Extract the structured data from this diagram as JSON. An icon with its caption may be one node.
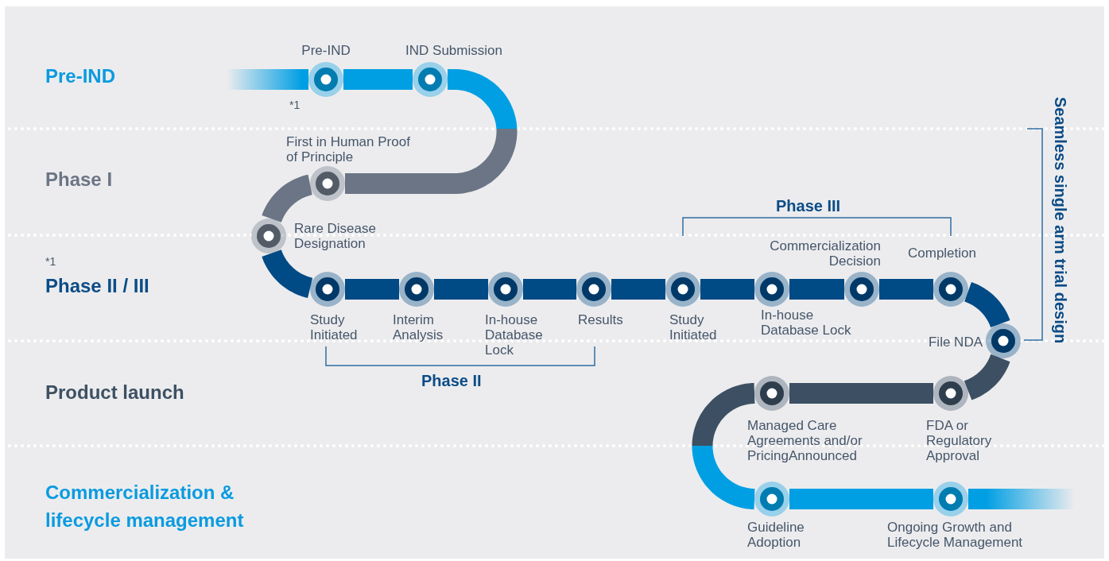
{
  "diagram": {
    "nodes": [
      {
        "text": [],
        "shape": "circle",
        "beside": [
          "Pre-IND"
        ]
      },
      {
        "text": [],
        "shape": "circle",
        "beside": [
          "IND Submission"
        ]
      },
      {
        "text": [],
        "shape": "circle",
        "beside": [
          "First in Human Proof of Principle"
        ]
      },
      {
        "text": [],
        "shape": "circle",
        "beside": [
          "Rare Disease Designation"
        ]
      },
      {
        "text": [],
        "shape": "circle",
        "beside": [
          "Study Initiated"
        ]
      },
      {
        "text": [],
        "shape": "circle",
        "beside": [
          "Interim Analysis"
        ]
      },
      {
        "text": [],
        "shape": "circle",
        "beside": [
          "In-house Database Lock"
        ]
      },
      {
        "text": [],
        "shape": "circle",
        "beside": [
          "Results"
        ]
      },
      {
        "text": [],
        "shape": "circle",
        "beside": [
          "Study Initiated"
        ]
      },
      {
        "text": [],
        "shape": "circle",
        "beside": [
          "In-house Database Lock"
        ]
      },
      {
        "text": [],
        "shape": "circle",
        "beside": [
          "Commercialization Decision"
        ]
      },
      {
        "text": [],
        "shape": "circle",
        "beside": [
          "Completion"
        ]
      },
      {
        "text": [],
        "shape": "circle",
        "beside": [
          "File NDA"
        ]
      },
      {
        "text": [],
        "shape": "circle",
        "beside": [
          "FDA or Regulatory Approval"
        ]
      },
      {
        "text": [],
        "shape": "circle",
        "beside": [
          "Managed Care Agreements and/or PricingAnnounced"
        ]
      },
      {
        "text": [],
        "shape": "circle",
        "beside": [
          "Guideline Adoption"
        ]
      },
      {
        "text": [],
        "shape": "circle",
        "beside": [
          "Ongoing Growth and Lifecycle Management"
        ]
      }
    ],
    "edges": [
      {
        "from": null,
        "to": 0,
        "arrow": "none",
        "color": "#009fe3"
      },
      {
        "from": 0,
        "to": 1,
        "arrow": "none",
        "color": "#009fe3"
      },
      {
        "from": 1,
        "to": 2,
        "arrow": "none",
        "color": "#6b7585"
      },
      {
        "from": 2,
        "to": 3,
        "arrow": "none",
        "color": "#6b7585"
      },
      {
        "from": 3,
        "to": 4,
        "arrow": "none"
      },
      {
        "from": 4,
        "to": 5,
        "arrow": "none"
      },
      {
        "from": 5,
        "to": 6,
        "arrow": "none"
      },
      {
        "from": 6,
        "to": 7,
        "arrow": "none"
      },
      {
        "from": 7,
        "to": 8,
        "arrow": "none"
      },
      {
        "from": 8,
        "to": 9,
        "arrow": "none"
      },
      {
        "from": 9,
        "to": 10,
        "arrow": "none"
      },
      {
        "from": 10,
        "to": 11,
        "arrow": "none"
      },
      {
        "from": 11,
        "to": 12,
        "arrow": "none"
      },
      {
        "from": 12,
        "to": 13,
        "arrow": "none",
        "color": "#3d5063"
      },
      {
        "from": 13,
        "to": 14,
        "arrow": "none",
        "color": "#3d5063"
      },
      {
        "from": 14,
        "to": 15,
        "arrow": "none",
        "color": "#009fe3"
      },
      {
        "from": 15,
        "to": 16,
        "arrow": "none",
        "color": "#009fe3"
      },
      {
        "from": 16,
        "to": null,
        "arrow": "none",
        "color": "#009fe3"
      }
    ],
    "labels": [
      "Pre-IND",
      "*1",
      "Phase I",
      "Phase III",
      "*1",
      "Phase II / III",
      "Phase II",
      "Product launch",
      "Commercialization & lifecycle management",
      "Seamless single arm trial design"
    ]
  }
}
